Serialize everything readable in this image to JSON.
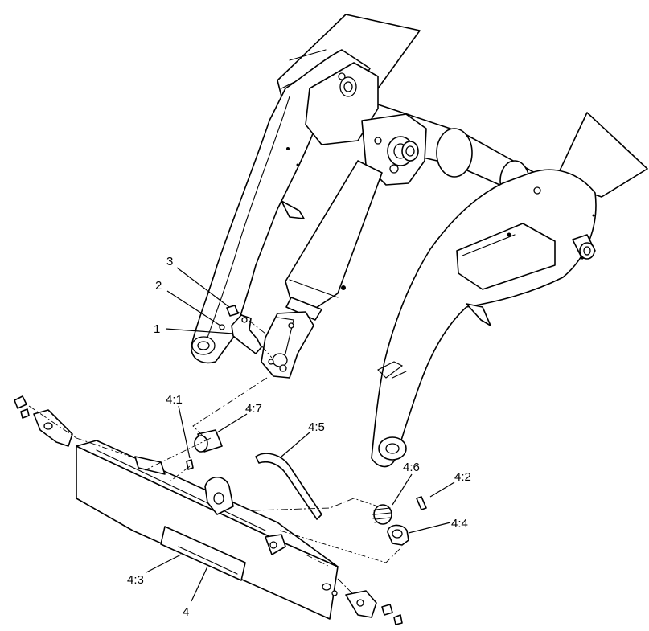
{
  "diagram": {
    "callouts": [
      {
        "id": "c1",
        "label": "1"
      },
      {
        "id": "c2",
        "label": "2"
      },
      {
        "id": "c3",
        "label": "3"
      },
      {
        "id": "c4_1",
        "label": "4:1"
      },
      {
        "id": "c4_7",
        "label": "4:7"
      },
      {
        "id": "c4_5",
        "label": "4:5"
      },
      {
        "id": "c4_6",
        "label": "4:6"
      },
      {
        "id": "c4_2",
        "label": "4:2"
      },
      {
        "id": "c4_4",
        "label": "4:4"
      },
      {
        "id": "c4_3",
        "label": "4:3"
      },
      {
        "id": "c4",
        "label": "4"
      }
    ],
    "colors": {
      "line": "#000000",
      "background": "#ffffff"
    }
  }
}
